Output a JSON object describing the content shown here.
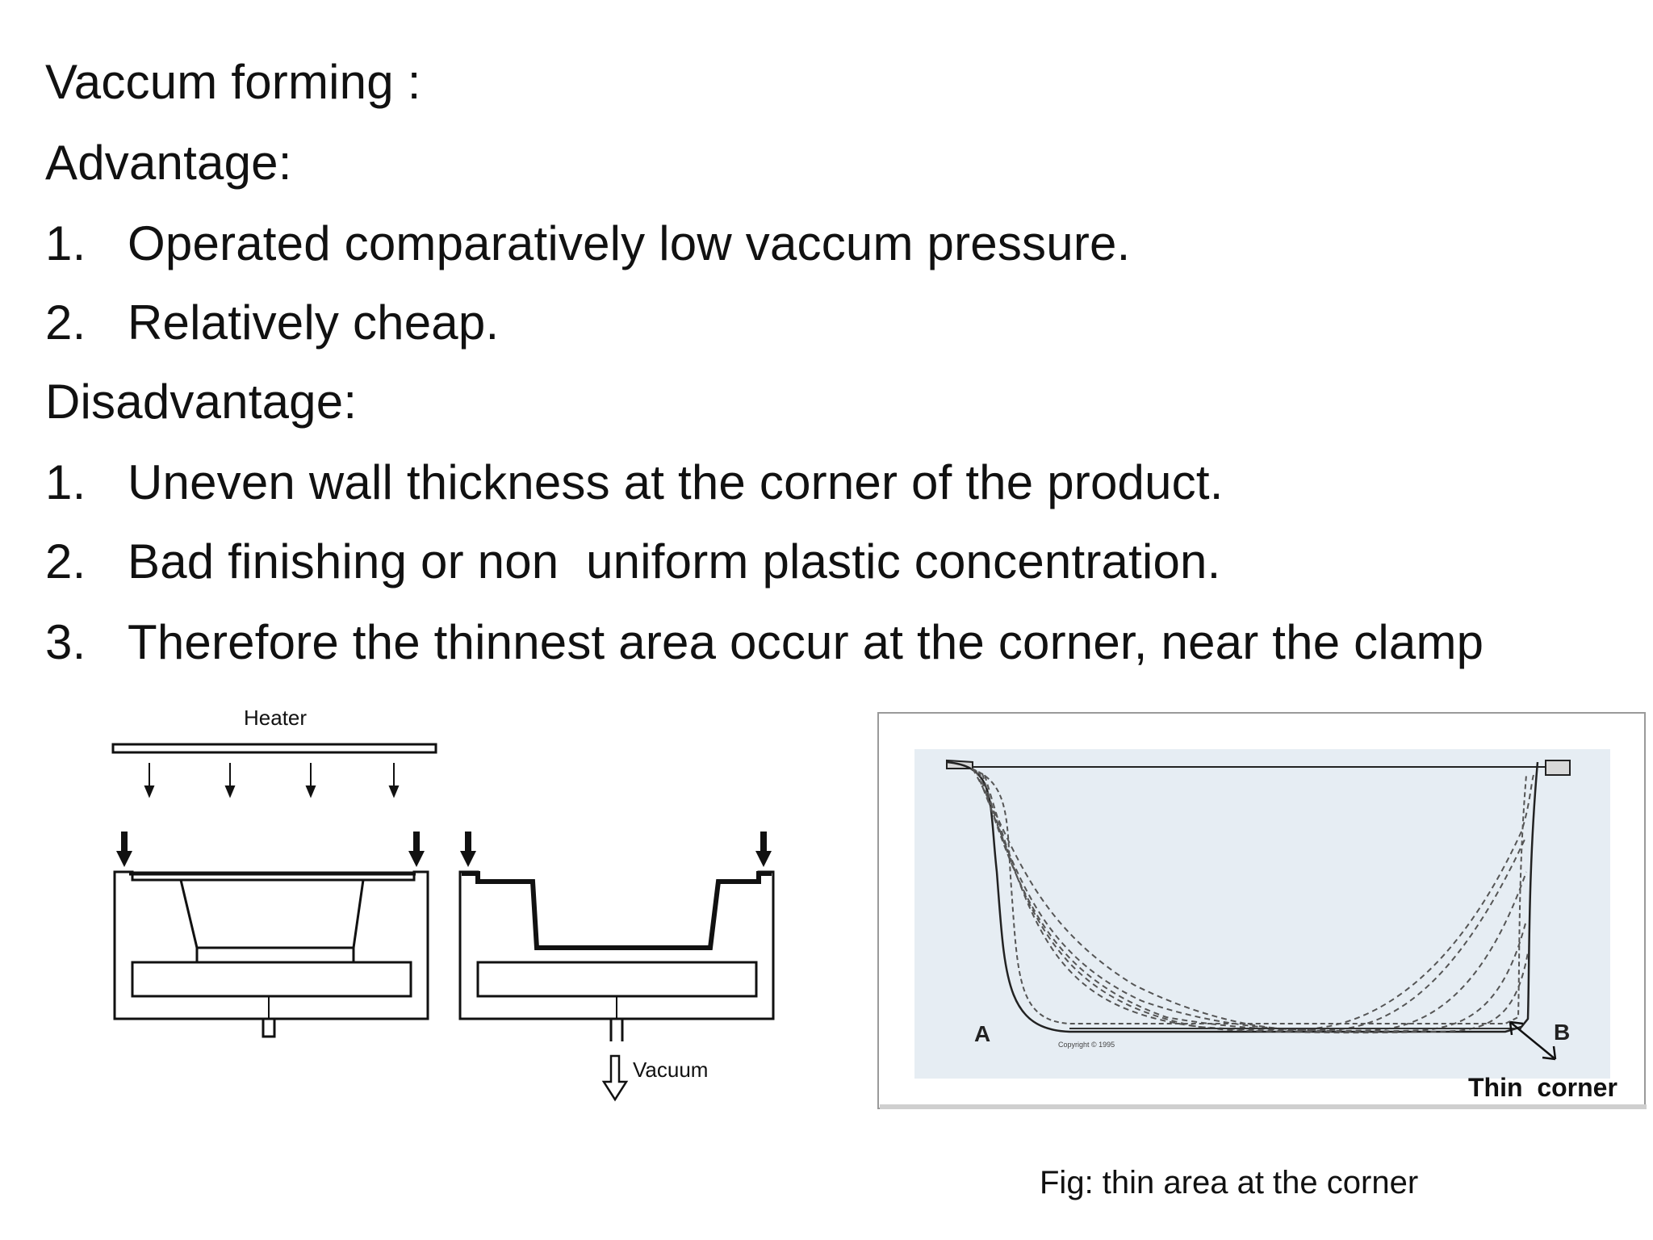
{
  "title": "Vaccum forming :",
  "advantage": {
    "heading": "Advantage:",
    "items": [
      {
        "num": "1.",
        "text": "Operated comparatively low vaccum pressure."
      },
      {
        "num": "2.",
        "text": "Relatively cheap."
      }
    ]
  },
  "disadvantage": {
    "heading": "Disadvantage:",
    "items": [
      {
        "num": "1.",
        "text": "Uneven wall thickness at the corner of the product."
      },
      {
        "num": "2.",
        "text": "Bad finishing or non  uniform plastic concentration."
      },
      {
        "num": "3.",
        "text": "Therefore the thinnest area occur at the corner, near the clamp"
      }
    ]
  },
  "diagram_left": {
    "heater_label": "Heater",
    "vacuum_label": "Vacuum"
  },
  "diagram_right": {
    "label_a": "A",
    "label_b": "B",
    "copyright": "Copyright © 1995",
    "thin_corner_label": "Thin  corner"
  },
  "caption": "Fig: thin area at the corner"
}
